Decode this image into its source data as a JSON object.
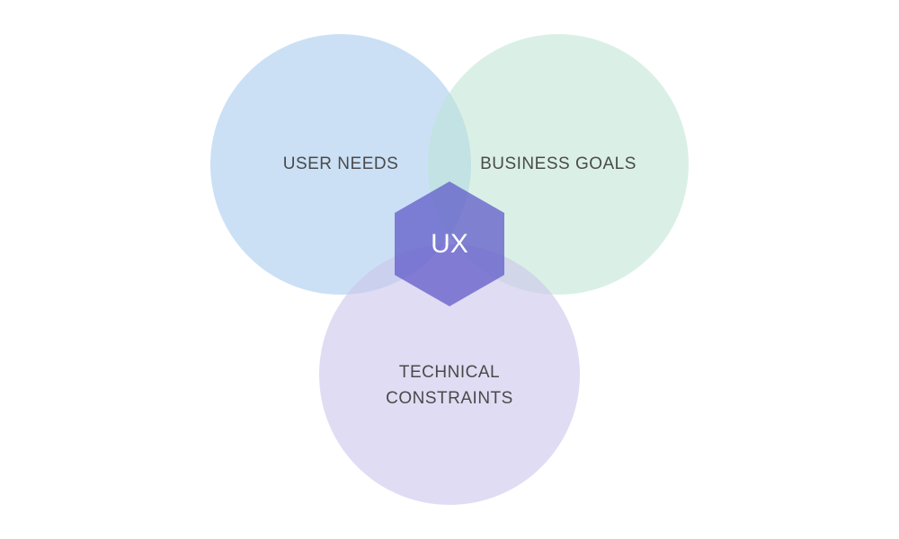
{
  "diagram": {
    "circles": [
      {
        "id": "user-needs",
        "label": "USER NEEDS",
        "color": "#a9ccef"
      },
      {
        "id": "business-goals",
        "label": "BUSINESS GOALS",
        "color": "#bce3d3"
      },
      {
        "id": "technical-constraints",
        "label_lines": [
          "TECHNICAL",
          "CONSTRAINTS"
        ],
        "color": "#cbc5eb"
      }
    ],
    "center": {
      "label": "UX",
      "color": "#5b56c8"
    },
    "label_color": "#4a4a4a",
    "background": "#ffffff"
  }
}
